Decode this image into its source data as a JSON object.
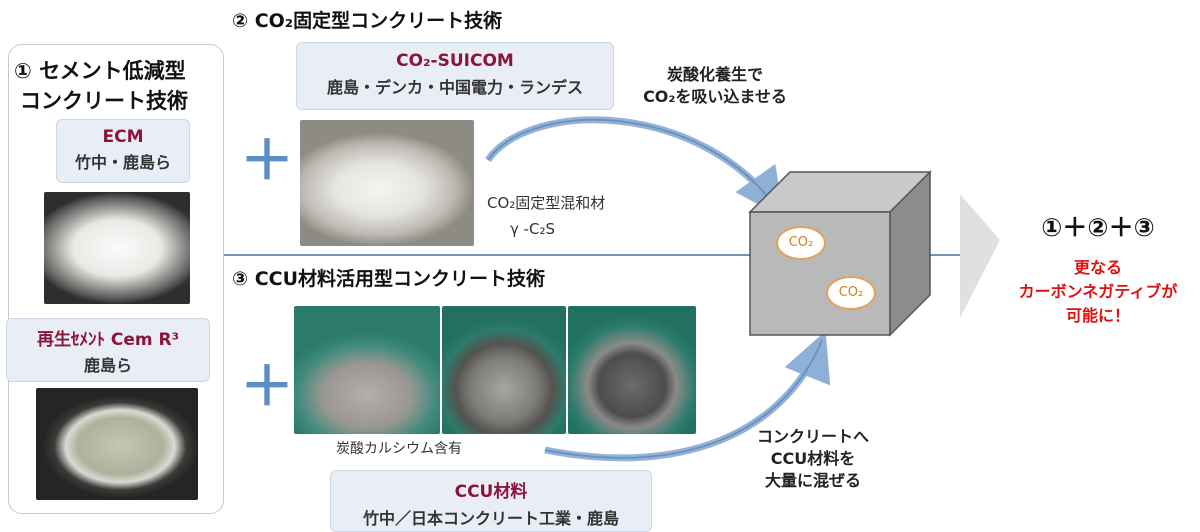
{
  "step1": {
    "title_line1": "① セメント低減型",
    "title_line2": "コンクリート技術",
    "ecm": {
      "name": "ECM",
      "org": "竹中・鹿島ら"
    },
    "cemr3": {
      "name": "再生ｾﾒﾝﾄ Cem R³",
      "org": "鹿島ら"
    }
  },
  "step2": {
    "heading": "② CO₂固定型コンクリート技術",
    "product": {
      "name": "CO₂-SUICOM",
      "org": "鹿島・デンカ・中国電力・ランデス"
    },
    "material_line1": "CO₂固定型混和材",
    "material_line2": "γ -C₂S",
    "arrow_note_line1": "炭酸化養生で",
    "arrow_note_line2": "CO₂を吸い込ませる"
  },
  "step3": {
    "heading": "③ CCU材料活用型コンクリート技術",
    "caption": "炭酸カルシウム含有",
    "product": {
      "name": "CCU材料",
      "org": "竹中／日本コンクリート工業・鹿島"
    },
    "arrow_note_line1": "コンクリートへ",
    "arrow_note_line2": "CCU材料を",
    "arrow_note_line3": "大量に混ぜる"
  },
  "block": {
    "co2_a": "CO₂",
    "co2_b": "CO₂"
  },
  "result": {
    "formula": "①＋②＋③",
    "line1": "更なる",
    "line2": "カーボンネガティブが",
    "line3": "可能に！"
  },
  "symbols": {
    "plus": "＋"
  },
  "colors": {
    "accent_red": "#e01010",
    "product_name": "#8b1538",
    "label_bg": "#e9eef6",
    "plus_blue": "#5b8ec4",
    "line_blue": "#6e8db5",
    "cube_front": "#b9b9b9"
  }
}
